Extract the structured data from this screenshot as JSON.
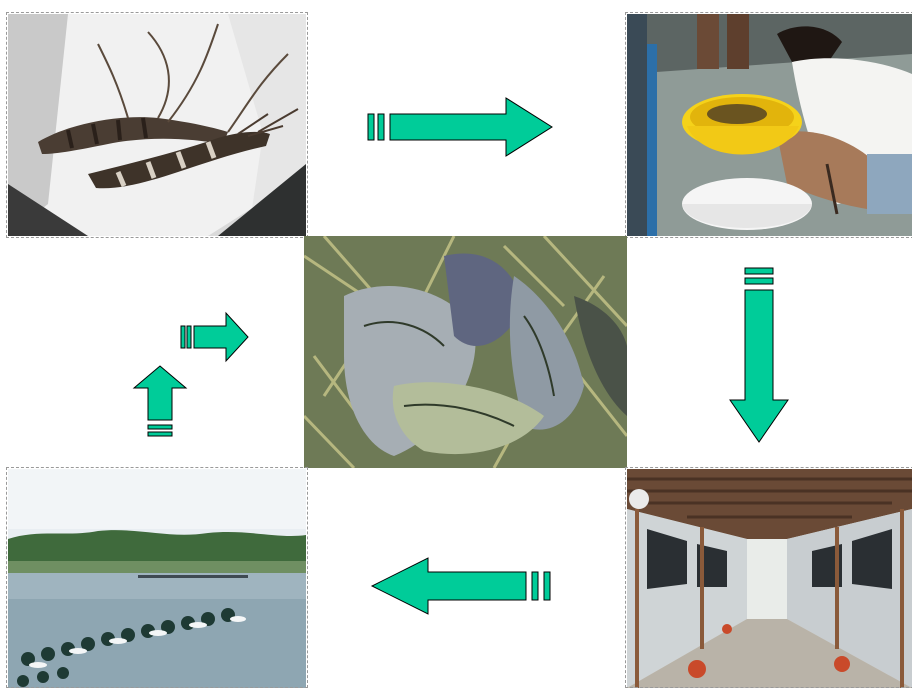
{
  "diagram": {
    "type": "cycle",
    "stages": [
      {
        "id": "broodstock",
        "icon": "broodstock-prawn-photo"
      },
      {
        "id": "hatchery-feeding",
        "icon": "worker-feeding-photo"
      },
      {
        "id": "nursery-tanks",
        "icon": "nursery-shed-photo"
      },
      {
        "id": "grow-out-ponds",
        "icon": "aerated-pond-photo"
      },
      {
        "id": "harvest",
        "icon": "harvested-prawns-photo"
      }
    ],
    "arrow_color": "#00CC99",
    "arrow_outline": "#000000"
  }
}
